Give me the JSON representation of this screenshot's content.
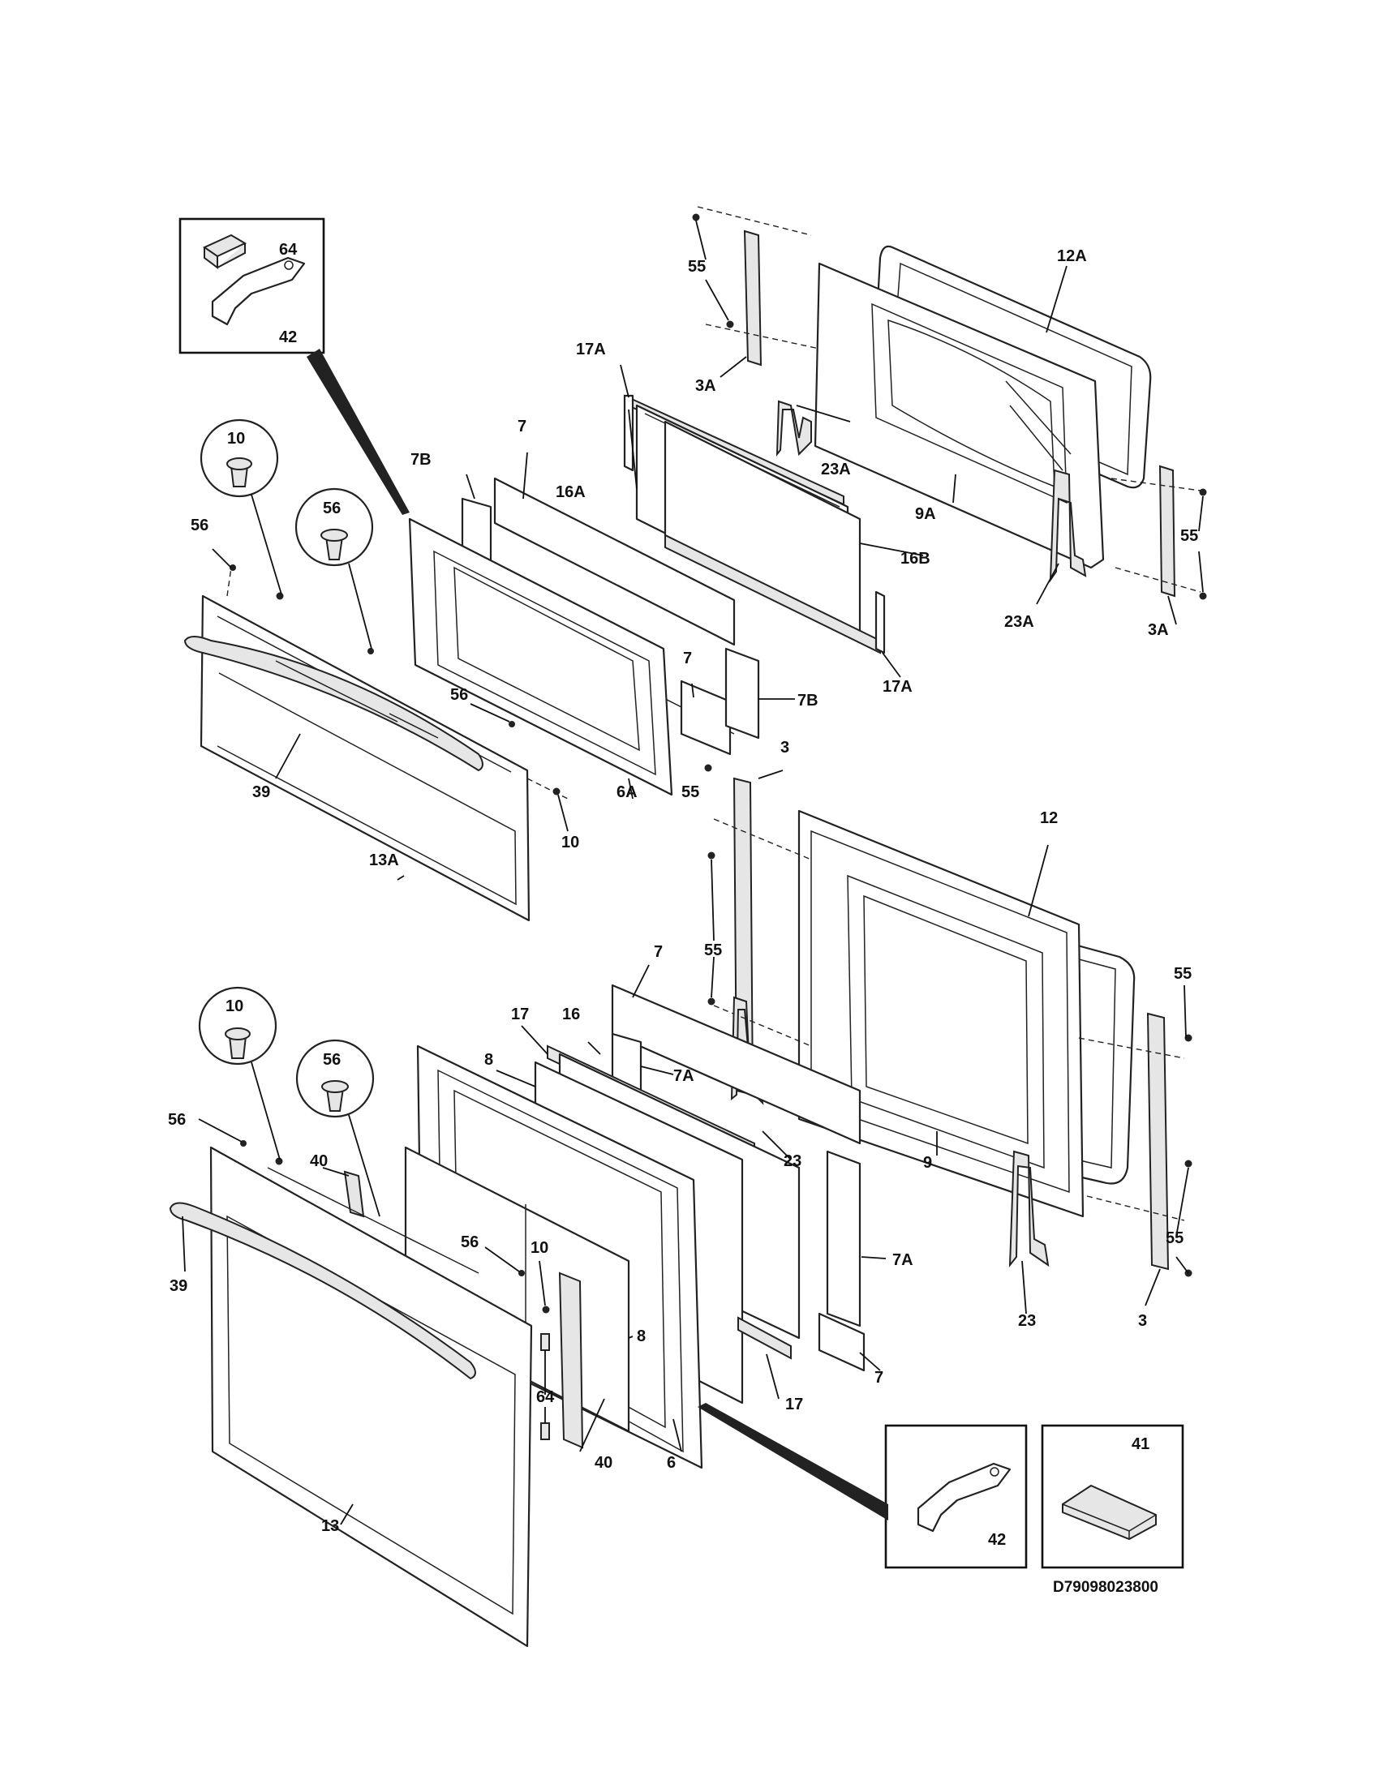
{
  "diagram_code": "D79098023800",
  "labels": {
    "l55a": "55",
    "l12a": "12A",
    "l3a_top": "3A",
    "l17a_top": "17A",
    "l23a_top": "23A",
    "l16a": "16A",
    "l9a": "9A",
    "l16b": "16B",
    "l55b": "55",
    "l23a_bot": "23A",
    "l3a_bot": "3A",
    "l17a_bot": "17A",
    "l7_top": "7",
    "l7b_top": "7B",
    "l7_mid": "7",
    "l7b_mid": "7B",
    "l64_inset": "64",
    "l42_inset": "42",
    "l10_circle_top": "10",
    "l56_circle_top": "56",
    "l56_top_left": "56",
    "l56_top_mid": "56",
    "l39_top": "39",
    "l10_top_right": "10",
    "l13a": "13A",
    "l6a": "6A",
    "l3_top": "3",
    "l55_top": "55",
    "l12": "12",
    "l55_mid": "55",
    "l55_right_top": "55",
    "l7_lower": "7",
    "l17_top": "17",
    "l16": "16",
    "l7a_top": "7A",
    "l23_left": "23",
    "l9": "9",
    "l8_top": "8",
    "l10_circle_bot": "10",
    "l56_circle_bot": "56",
    "l56_bot_left": "56",
    "l40_top": "40",
    "l39_bot": "39",
    "l56_bot_mid": "56",
    "l10_bot": "10",
    "l8_bot": "8",
    "l64_bot": "64",
    "l7a_bot": "7A",
    "l55_right_bot": "55",
    "l23_right": "23",
    "l3_bot": "3",
    "l7_bot": "7",
    "l17_bot": "17",
    "l40_bot": "40",
    "l6": "6",
    "l13": "13",
    "l42_box": "42",
    "l41_box": "41"
  }
}
